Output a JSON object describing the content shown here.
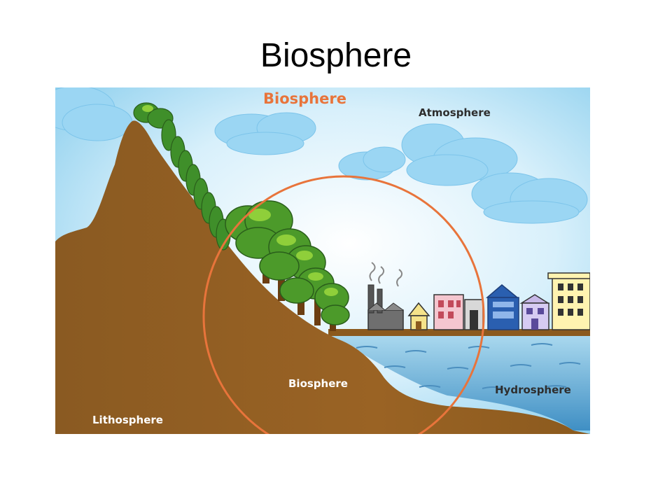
{
  "slide": {
    "title": "Biosphere"
  },
  "diagram": {
    "labels": {
      "biosphere_top": "Biosphere",
      "atmosphere": "Atmosphere",
      "biosphere_center": "Biosphere",
      "hydrosphere": "Hydrosphere",
      "lithosphere": "Lithosphere"
    },
    "colors": {
      "sky": "#bfe6f7",
      "ground": "#9a6324",
      "water": "#6bb3d6",
      "circle": "#e8743b",
      "title_accent": "#e8743b",
      "label_dark": "#2e2e2e",
      "label_light": "#ffffff"
    }
  }
}
